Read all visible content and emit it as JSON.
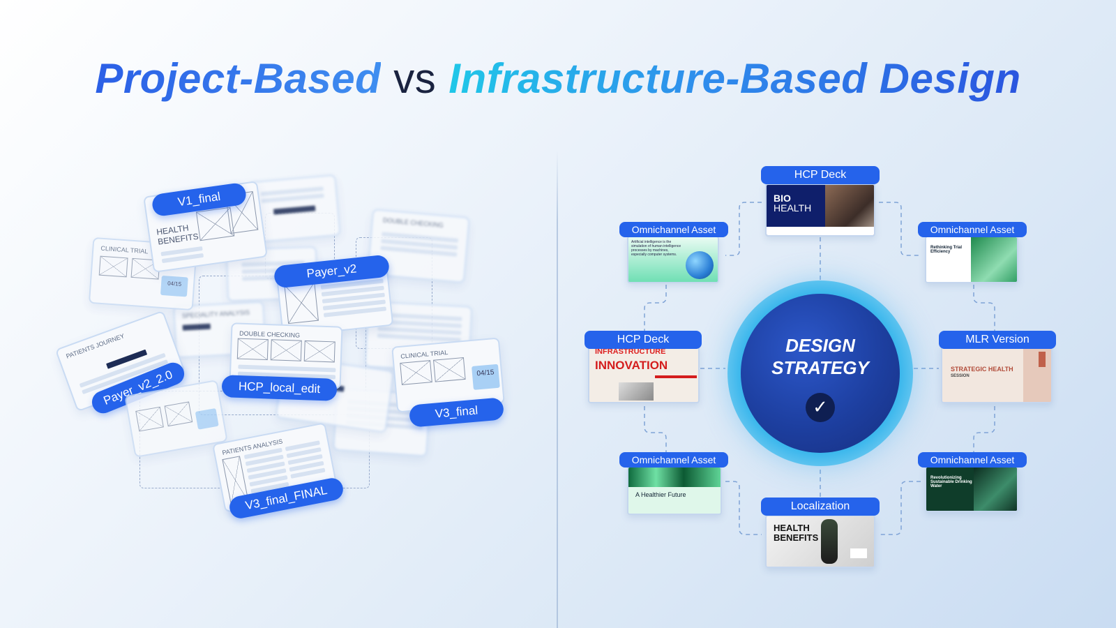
{
  "title": {
    "part1": "Project-Based",
    "vs": "vs",
    "part2": "Infrastructure-Based Design"
  },
  "left": {
    "labels": {
      "v1_final": "V1_final",
      "payer_v2": "Payer_v2",
      "payer_v2_2": "Payer_v2_2.0",
      "hcp_local_edit": "HCP_local_edit",
      "v3_final": "V3_final",
      "v3_final_caps": "V3_final_FINAL"
    },
    "card_texts": {
      "health_benefits": "HEALTH BENEFITS",
      "clinical_trial": "CLINICAL TRIAL",
      "double_checking": "DOUBLE CHECKING",
      "patients_journey": "PATIENTS JOURNEY",
      "patients_analysis": "PATIENTS ANALYSIS",
      "clinical_trial_2": "CLINICAL TRIAL",
      "date": "04/15"
    }
  },
  "right": {
    "hub": {
      "line1": "DESIGN",
      "line2": "STRATEGY",
      "check": "✓"
    },
    "nodes": {
      "top": {
        "label": "HCP Deck",
        "thumb_title": "BIO",
        "thumb_title2": "HEALTH"
      },
      "top_left": {
        "label": "Omnichannel Asset",
        "thumb_text": "Artificial intelligence is the simulation of human intelligence processes by machines, especially computer systems."
      },
      "top_right": {
        "label": "Omnichannel Asset",
        "thumb_text": "Rethinking Trial Efficiency"
      },
      "mid_left": {
        "label": "HCP Deck",
        "thumb_title": "INNOVATION",
        "thumb_sub": "INFRASTRUCTURE"
      },
      "mid_right": {
        "label": "MLR Version",
        "thumb_title": "STRATEGIC HEALTH",
        "thumb_sub": "SESSION"
      },
      "bottom_left": {
        "label": "Omnichannel Asset",
        "thumb_text": "A Healthier Future"
      },
      "bottom_right": {
        "label": "Omnichannel Asset",
        "thumb_text": "Revolutionizing Sustainable Drinking Water"
      },
      "bottom": {
        "label": "Localization",
        "thumb_title": "HEALTH",
        "thumb_title2": "BENEFITS"
      }
    }
  },
  "colors": {
    "accent_blue": "#2563eb",
    "hub_dark": "#172f80",
    "hub_ring": "#38b6ec"
  }
}
